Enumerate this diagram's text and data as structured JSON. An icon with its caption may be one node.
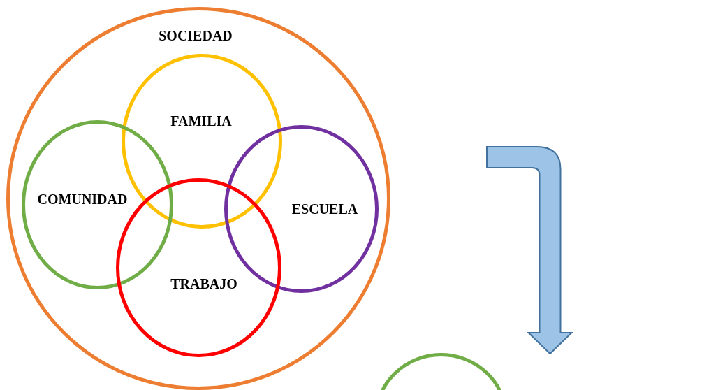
{
  "diagram": {
    "nodes": [
      {
        "text": [
          "SOCIEDAD"
        ]
      },
      {
        "text": [
          "FAMILIA"
        ],
        "in": 0
      },
      {
        "text": [
          "COMUNIDAD"
        ],
        "in": 0
      },
      {
        "text": [
          "ESCUELA"
        ],
        "in": 0
      },
      {
        "text": [
          "TRABAJO"
        ],
        "in": 0
      },
      {
        "text": [],
        "shape": "circle"
      }
    ],
    "edges": [
      {
        "from": null,
        "to": 5,
        "arrow": "to"
      }
    ]
  }
}
